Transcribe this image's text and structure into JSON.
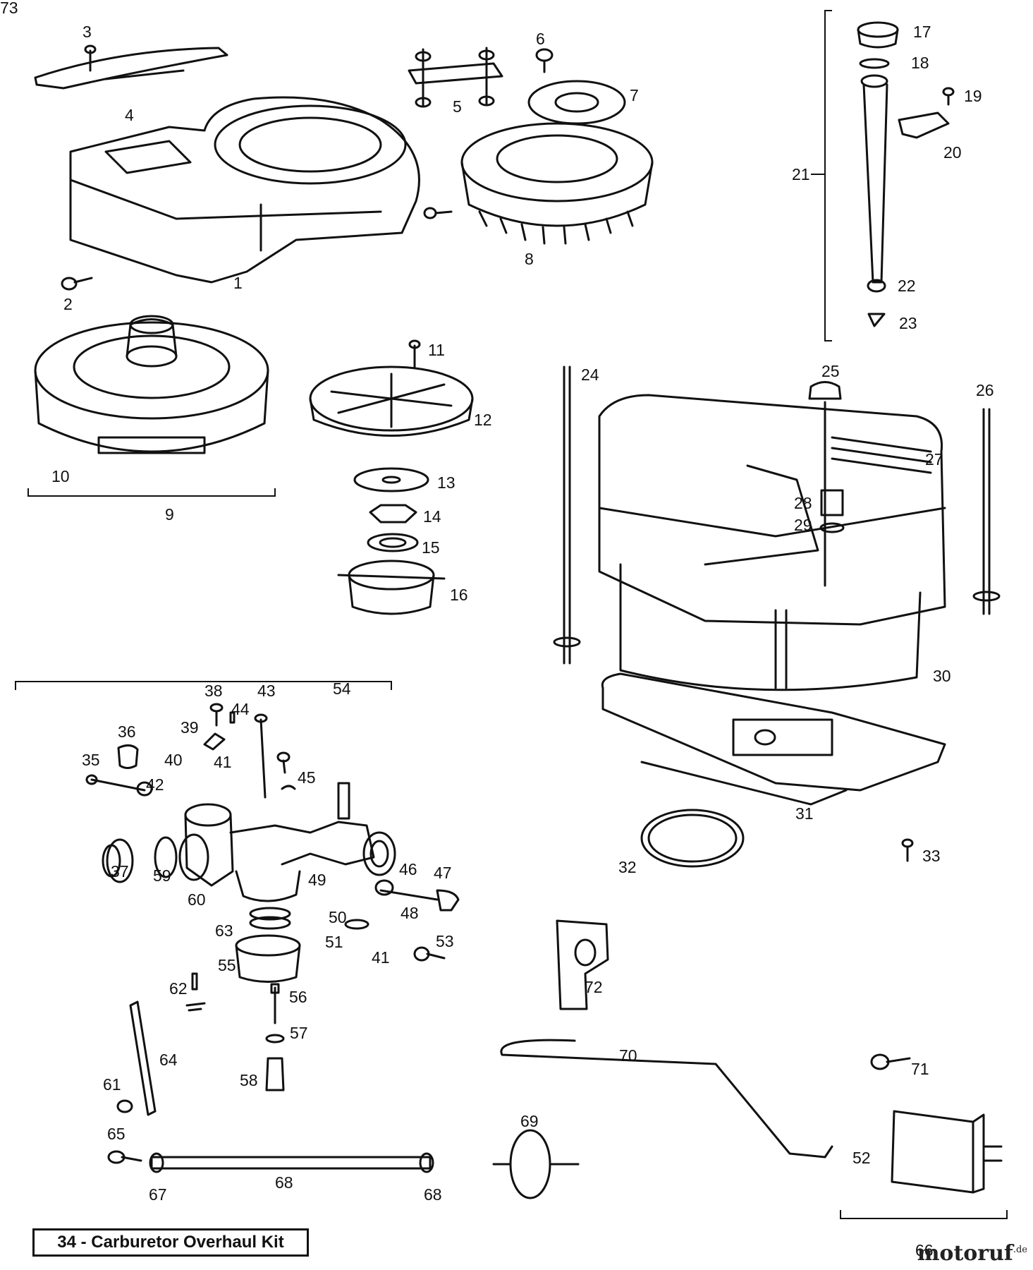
{
  "diagram": {
    "part_labels": [
      "1",
      "2",
      "3",
      "4",
      "5",
      "6",
      "7",
      "8",
      "9",
      "10",
      "11",
      "12",
      "13",
      "14",
      "15",
      "16",
      "17",
      "18",
      "19",
      "20",
      "21",
      "22",
      "23",
      "24",
      "25",
      "26",
      "27",
      "28",
      "29",
      "30",
      "31",
      "32",
      "33",
      "35",
      "36",
      "37",
      "38",
      "39",
      "40",
      "41",
      "41",
      "42",
      "43",
      "44",
      "45",
      "46",
      "47",
      "48",
      "49",
      "50",
      "51",
      "52",
      "53",
      "54",
      "55",
      "56",
      "57",
      "58",
      "59",
      "60",
      "61",
      "62",
      "63",
      "64",
      "65",
      "66",
      "67",
      "68",
      "68",
      "69",
      "70",
      "71",
      "72",
      "73"
    ],
    "kit_note": "34 - Carburetor Overhaul Kit",
    "watermark": {
      "brand": "motoruf",
      "tld": ".de"
    }
  }
}
